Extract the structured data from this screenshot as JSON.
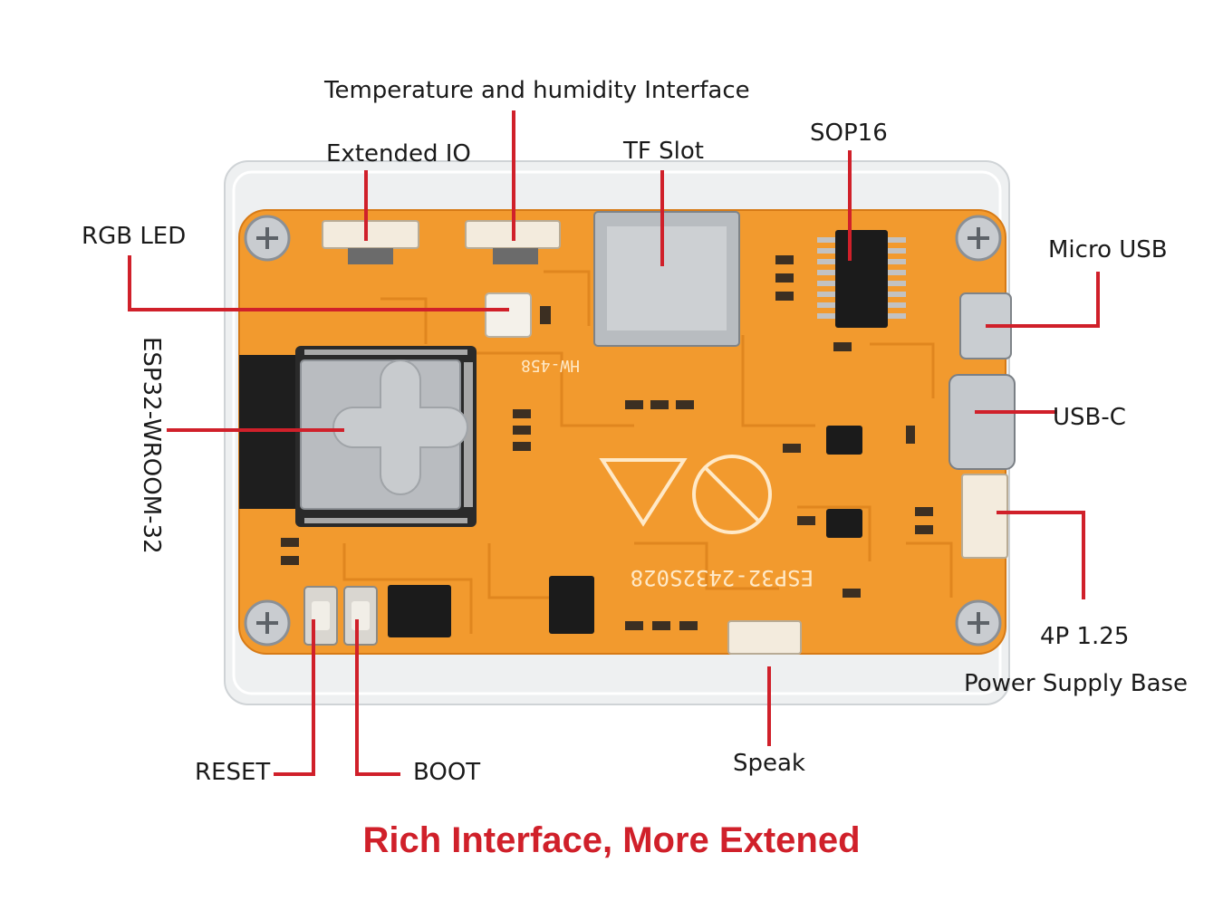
{
  "labels": {
    "temp_humidity": "Temperature and humidity Interface",
    "extended_io": "Extended IO",
    "tf_slot": "TF Slot",
    "sop16": "SOP16",
    "rgb_led": "RGB LED",
    "micro_usb": "Micro USB",
    "esp32": "ESP32-WROOM-32",
    "usb_c": "USB-C",
    "power_4p": "4P 1.25",
    "power_base": "Power Supply Base",
    "reset": "RESET",
    "boot": "BOOT",
    "speak": "Speak"
  },
  "board": {
    "model": "ESP32-2432S028",
    "module_id": "HW-458"
  },
  "footer": {
    "title": "Rich Interface, More Extened"
  },
  "colors": {
    "leader": "#d0202a",
    "footer": "#d0202a",
    "pcb": "#f29a2e",
    "case": "#eef0f1"
  }
}
